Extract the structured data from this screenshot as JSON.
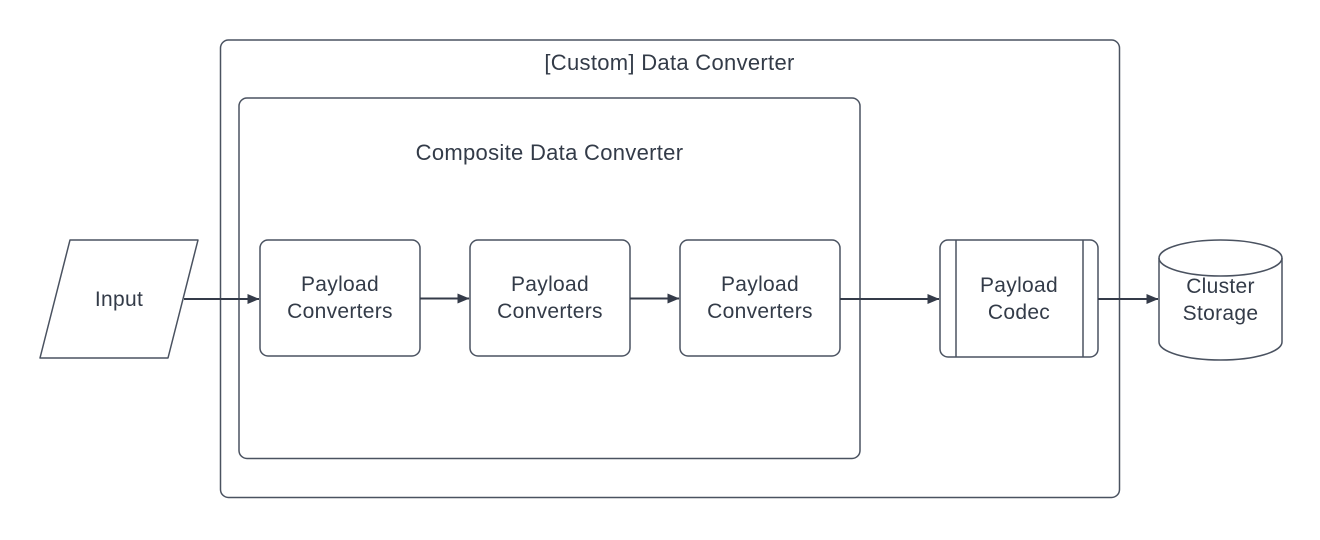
{
  "diagram": {
    "outer": {
      "label": "[Custom] Data Converter"
    },
    "inner": {
      "label": "Composite Data Converter"
    },
    "input": {
      "label": "Input"
    },
    "converter1": {
      "label": "Payload Converters"
    },
    "converter2": {
      "label": "Payload Converters"
    },
    "converter3": {
      "label": "Payload Converters"
    },
    "codec": {
      "label": "Payload Codec"
    },
    "storage": {
      "label": "Cluster Storage"
    },
    "colors": {
      "shape_border": "#4a5260",
      "connector": "#343b49",
      "text": "#333b48",
      "shape_fill": "#ffffff",
      "canvas_bg": "#ffffff"
    }
  }
}
